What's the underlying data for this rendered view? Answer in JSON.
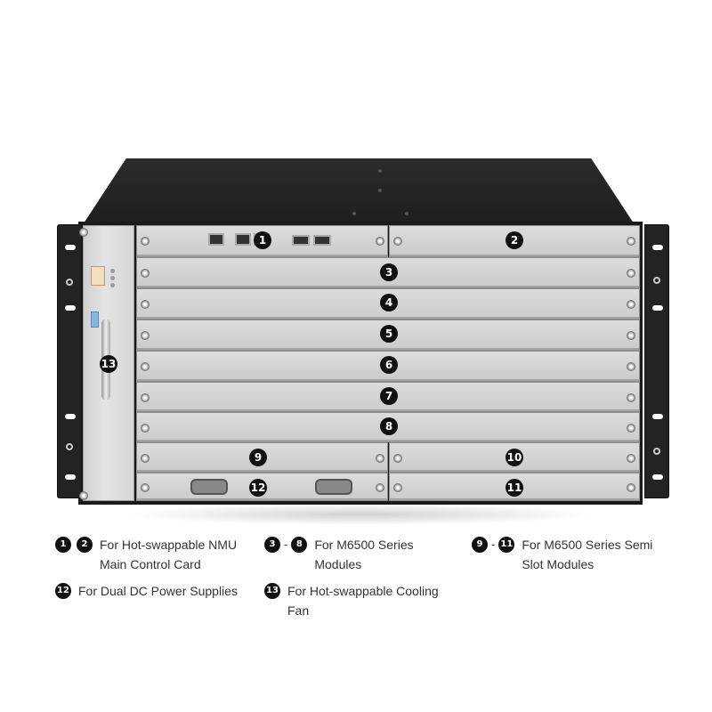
{
  "callouts": {
    "c1": "1",
    "c2": "2",
    "c3": "3",
    "c4": "4",
    "c5": "5",
    "c6": "6",
    "c7": "7",
    "c8": "8",
    "c9": "9",
    "c10": "10",
    "c11": "11",
    "c12": "12",
    "c13": "13"
  },
  "legend": [
    {
      "markers": [
        "1",
        "2"
      ],
      "joiner": "",
      "text_line1": "For Hot-swappable NMU",
      "text_line2": "Main Control Card"
    },
    {
      "markers": [
        "3",
        "8"
      ],
      "joiner": "-",
      "text_line1": "For M6500 Series",
      "text_line2": "Modules"
    },
    {
      "markers": [
        "9",
        "11"
      ],
      "joiner": "-",
      "text_line1": "For M6500 Series Semi",
      "text_line2": "Slot Modules"
    },
    {
      "markers": [
        "12"
      ],
      "joiner": "",
      "text_line1": "For Dual DC Power Supplies",
      "text_line2": ""
    },
    {
      "markers": [
        "13"
      ],
      "joiner": "",
      "text_line1": "For Hot-swappable Cooling",
      "text_line2": "Fan"
    }
  ],
  "colors": {
    "chassis": "#1a1a1a",
    "slot_panel": "#d4d4d4",
    "callout": "#111111"
  }
}
